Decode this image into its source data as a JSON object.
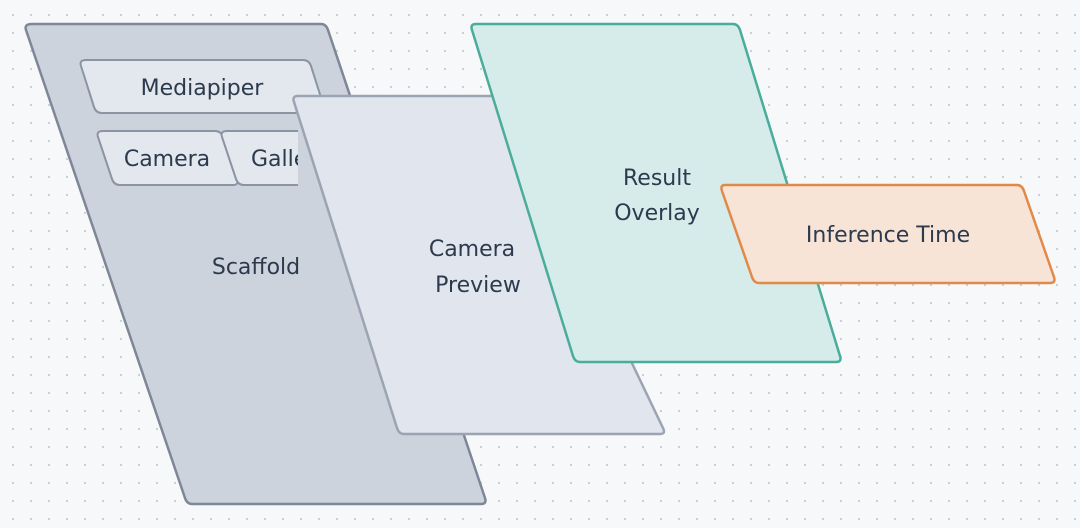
{
  "layers": {
    "scaffold": {
      "label": "Scaffold",
      "mediapiper_label": "Mediapiper",
      "camera_tab_label": "Camera",
      "gallery_tab_label": "Gallery"
    },
    "camera_preview": {
      "label_line1": "Camera",
      "label_line2": "Preview"
    },
    "result_overlay": {
      "label_line1": "Result",
      "label_line2": "Overlay"
    },
    "inference_time": {
      "label": "Inference Time"
    }
  },
  "colors": {
    "scaffold_fill": "#ccd3dc",
    "scaffold_stroke": "#7d8796",
    "inner_fill": "#e3e7ee",
    "inner_stroke": "#8a94a3",
    "preview_fill": "#e1e5ed",
    "preview_stroke": "#9ba4b2",
    "overlay_fill": "#d6eceb",
    "overlay_stroke": "#4aac9a",
    "inference_fill": "#f8e4d6",
    "inference_stroke": "#e08a4a",
    "text": "#2c3a4e"
  }
}
